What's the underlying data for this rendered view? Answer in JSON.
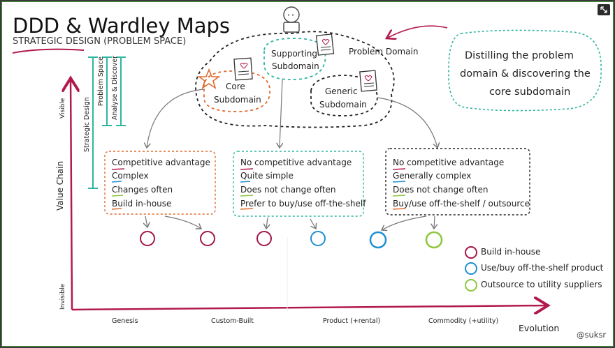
{
  "header": {
    "title": "DDD & Wardley Maps",
    "subtitle": "STRATEGIC DESIGN (PROBLEM SPACE)"
  },
  "problem_domain": {
    "label": "Problem Domain",
    "supporting_line1": "Supporting",
    "supporting_line2": "Subdomain",
    "core_line1": "Core",
    "core_line2": "Subdomain",
    "generic_line1": "Generic",
    "generic_line2": "Subdomain"
  },
  "side_labels": {
    "strategic_design": "Strategic Design",
    "problem_space": "Problem Space",
    "analyse_discover": "Analyse & Discover"
  },
  "callout": {
    "line1": "Distilling the problem",
    "line2": "domain & discovering the",
    "line3": "core subdomain"
  },
  "boxes": {
    "core": [
      "Competitive advantage",
      "Complex",
      "Changes often",
      "Build in-house"
    ],
    "supporting": [
      "No competitive advantage",
      "Quite simple",
      "Does not change often",
      "Prefer to buy/use off-the-shelf"
    ],
    "generic": [
      "No competitive advantage",
      "Generally complex",
      "Does not change often",
      "Buy/use off-the-shelf / outsource"
    ]
  },
  "legend": {
    "build": "Build in-house",
    "buy": "Use/buy off-the-shelf product",
    "outsource": "Outsource to utility suppliers"
  },
  "axes": {
    "y_label": "Value Chain",
    "y_top": "Visible",
    "y_bottom": "Invisible",
    "x_label": "Evolution",
    "stages": [
      "Genesis",
      "Custom-Built",
      "Product (+rental)",
      "Commodity (+utility)"
    ]
  },
  "credit": "@suksr",
  "colors": {
    "crimson": "#a3164a",
    "blue": "#1f8fd0",
    "green": "#8cc63e",
    "teal": "#2fb5a0",
    "orange": "#e06a2c"
  }
}
